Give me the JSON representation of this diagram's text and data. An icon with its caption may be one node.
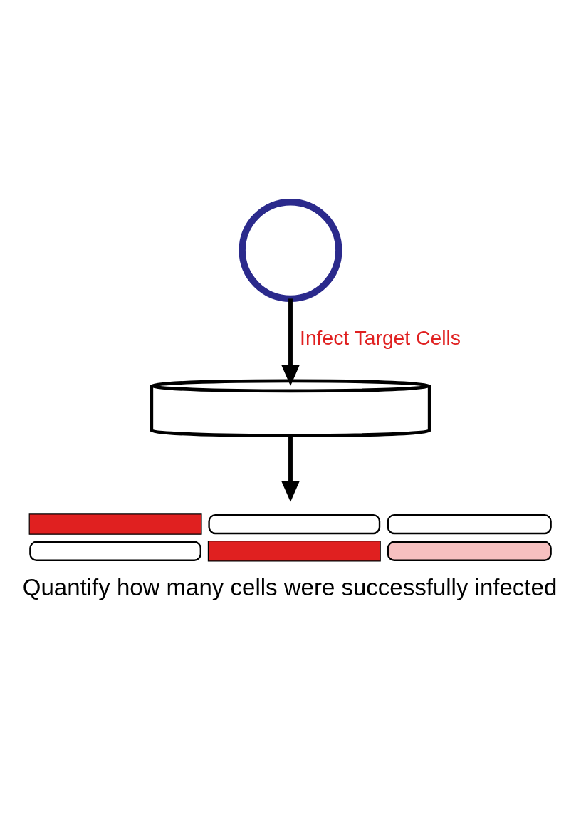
{
  "diagram": {
    "nodes": [
      {
        "text": [],
        "shape": "circle"
      },
      {
        "text": [],
        "shape": "cylinder"
      },
      {
        "text": [],
        "shape": "picture",
        "beside": [
          "Quantify how many cells were successfully infected"
        ]
      }
    ],
    "edges": [
      {
        "from": 0,
        "to": 1,
        "arrow": "to",
        "label": "Infect Target Cells"
      },
      {
        "from": 1,
        "to": 2,
        "arrow": "to"
      }
    ]
  }
}
